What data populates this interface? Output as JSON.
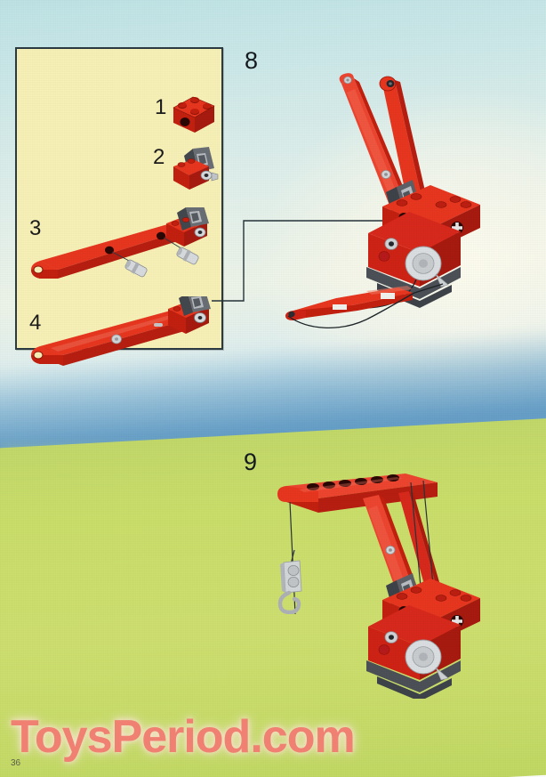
{
  "page": {
    "number": "36",
    "watermark": "ToysPeriod.com"
  },
  "background": {
    "sky_top_color": "#cfe9ea",
    "sky_haze_color": "#fdfaeb",
    "blue_band_color": "#5c98c4",
    "ground_color": "#cbdf6b"
  },
  "panel": {
    "name": "sub-assembly-panel",
    "fill_color": "#f8f2b8",
    "border_color": "#2c3b42",
    "substeps": [
      {
        "number": "1",
        "description": "red 2x2 technic brick with hole"
      },
      {
        "number": "2",
        "description": "dark grey bracket and pin attached to red brick"
      },
      {
        "number": "3",
        "description": "red crane arm beam with connector pins"
      },
      {
        "number": "4",
        "description": "completed red crane arm assembly"
      }
    ]
  },
  "steps": [
    {
      "number": "8",
      "name": "step-8",
      "description": "crane body with two raised red arms, grey base plate and winch drum; loose red arm with string below"
    },
    {
      "number": "9",
      "name": "step-9",
      "description": "assembled crane with arm lowered horizontally, string and grey hook block hanging"
    }
  ],
  "callout": {
    "name": "callout-arrow",
    "color": "#24323a",
    "description": "line from sub-assembly panel to crane body in step 8"
  },
  "colors": {
    "lego_red": "#d8291c",
    "lego_red_dark": "#a81a0f",
    "lego_grey_dark": "#4c5157",
    "lego_grey_light": "#c3c7c9",
    "watermark": "#f08072",
    "text": "#141a1e"
  }
}
